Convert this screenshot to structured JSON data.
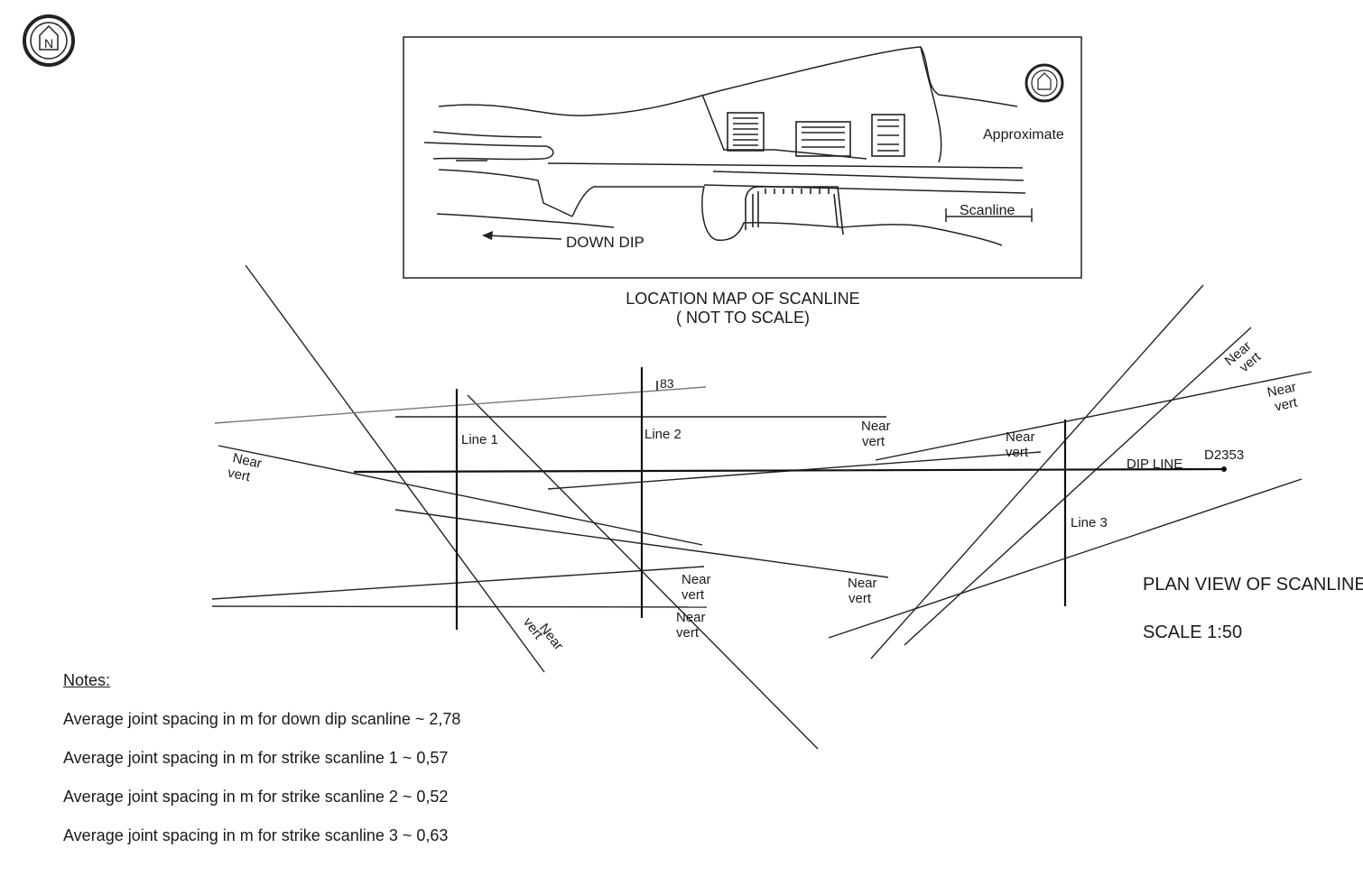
{
  "location_map": {
    "approximate_label": "Approximate",
    "scanline_label": "Scanline",
    "down_dip_label": "DOWN DIP",
    "caption_line1": "LOCATION MAP OF SCANLINE",
    "caption_line2": "( NOT TO SCALE)"
  },
  "plan": {
    "line1_label": "Line 1",
    "line2_label": "Line 2",
    "line3_label": "Line 3",
    "dip_line_label": "DIP LINE",
    "station_label": "D2353",
    "strike_value": "83",
    "near": "Near",
    "vert": "vert",
    "title": "PLAN VIEW OF SCANLINE",
    "scale": "SCALE 1:50"
  },
  "notes": {
    "header": "Notes:",
    "items": [
      "Average joint spacing in m for down dip scanline ~ 2,78",
      "Average joint spacing in m for strike scanline 1 ~ 0,57",
      "Average joint spacing in m for strike scanline 2 ~ 0,52",
      "Average joint spacing in m for strike scanline 3 ~ 0,63"
    ]
  },
  "icons": [
    "north-arrow-icon"
  ]
}
